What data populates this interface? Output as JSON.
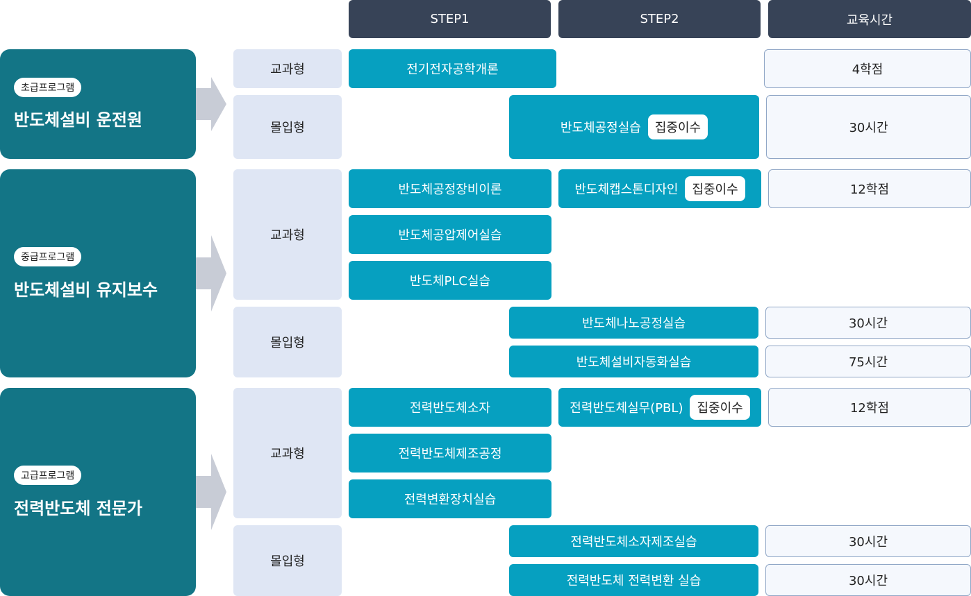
{
  "headers": {
    "step1": "STEP1",
    "step2": "STEP2",
    "hours": "교육시간"
  },
  "programs": [
    {
      "level": "초급프로그램",
      "name": "반도체설비 운전원",
      "tracks": [
        {
          "type": "교과형",
          "courses": [
            {
              "step": 1,
              "title": "전기전자공학개론"
            }
          ],
          "hours": "4학점"
        },
        {
          "type": "몰입형",
          "courses": [
            {
              "step": 2,
              "title": "반도체공정실습",
              "tag": "집중이수"
            }
          ],
          "hours": "30시간"
        }
      ]
    },
    {
      "level": "중급프로그램",
      "name": "반도체설비 유지보수",
      "tracks": [
        {
          "type": "교과형",
          "courses": [
            {
              "step": 1,
              "title": "반도체공정장비이론"
            },
            {
              "step": 1,
              "title": "반도체공압제어실습"
            },
            {
              "step": 1,
              "title": "반도체PLC실습"
            },
            {
              "step": 2,
              "title": "반도체캡스톤디자인",
              "tag": "집중이수"
            }
          ],
          "hours": "12학점"
        },
        {
          "type": "몰입형",
          "courses": [
            {
              "step": 2,
              "title": "반도체나노공정실습",
              "hours": "30시간"
            },
            {
              "step": 2,
              "title": "반도체설비자동화실습",
              "hours": "75시간"
            }
          ]
        }
      ]
    },
    {
      "level": "고급프로그램",
      "name": "전력반도체 전문가",
      "tracks": [
        {
          "type": "교과형",
          "courses": [
            {
              "step": 1,
              "title": "전력반도체소자"
            },
            {
              "step": 1,
              "title": "전력반도체제조공정"
            },
            {
              "step": 1,
              "title": "전력변환장치실습"
            },
            {
              "step": 2,
              "title": "전력반도체실무(PBL)",
              "tag": "집중이수"
            }
          ],
          "hours": "12학점"
        },
        {
          "type": "몰입형",
          "courses": [
            {
              "step": 2,
              "title": "전력반도체소자제조실습",
              "hours": "30시간"
            },
            {
              "step": 2,
              "title": "전력반도체 전력변환 실습",
              "hours": "30시간"
            }
          ]
        }
      ]
    }
  ],
  "colors": {
    "header_bg": "#374357",
    "program_bg": "#137586",
    "type_bg": "#dfe6f4",
    "course_bg": "#06a0c0",
    "hours_border": "#8fa6c6",
    "arrow": "#c8ccd6"
  }
}
